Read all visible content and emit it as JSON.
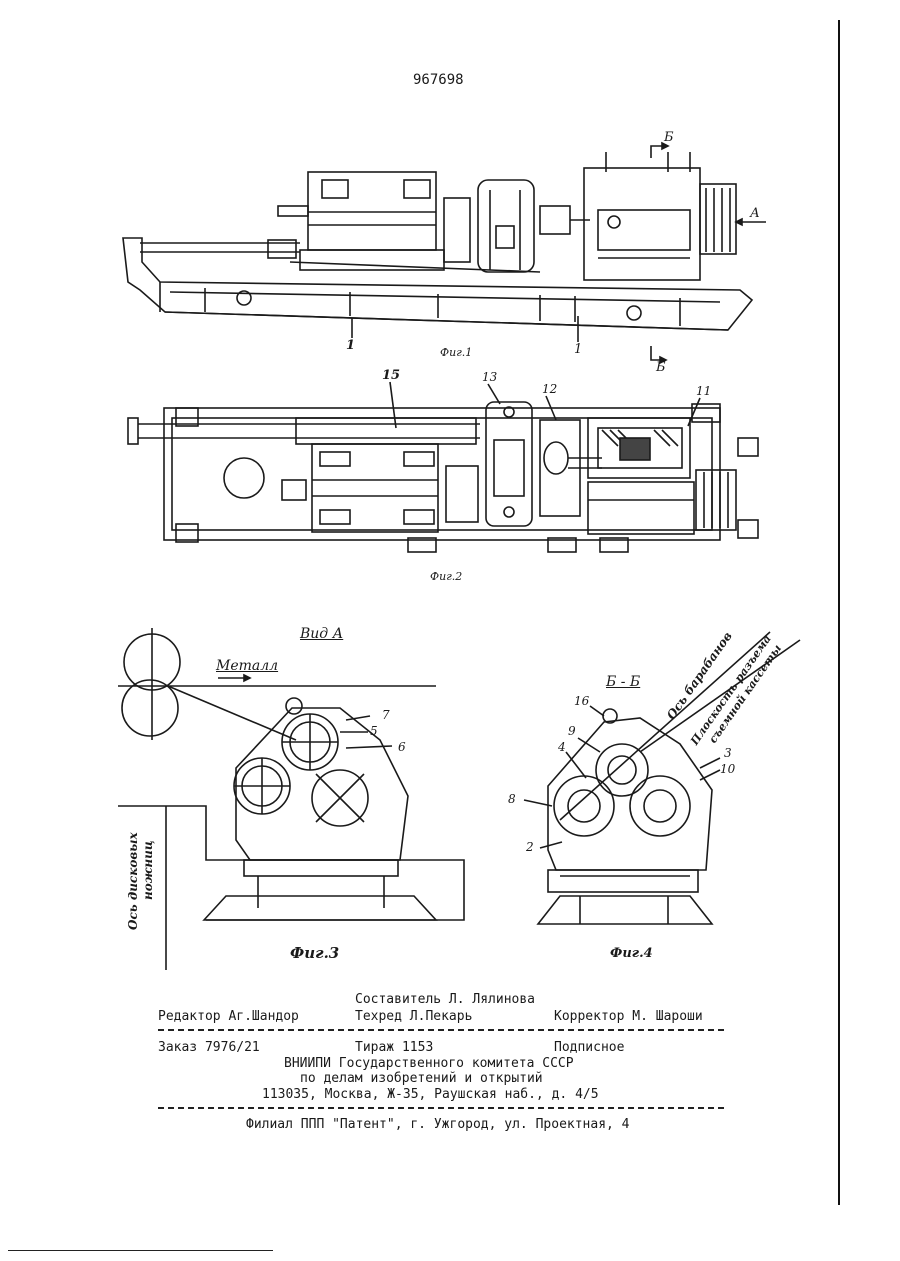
{
  "patent_number": "967698",
  "figures": {
    "fig1": {
      "caption": "Фиг.1",
      "section_mark": "Б",
      "view_arrow": "А",
      "labels": [
        "1",
        "1"
      ]
    },
    "fig2": {
      "caption": "Фиг.2",
      "labels": [
        "15",
        "13",
        "12",
        "11"
      ]
    },
    "fig3": {
      "caption": "Фиг.3",
      "view_title": "Вид А",
      "metal_label": "Металл",
      "axis_label_line1": "Ось дисковых",
      "axis_label_line2": "ножниц",
      "labels": [
        "7",
        "5",
        "6"
      ]
    },
    "fig4": {
      "caption": "Фиг.4",
      "section_title": "Б - Б",
      "note_drums_axis": "Ось барабанов",
      "note_split_plane_1": "Плоскость разъема",
      "note_split_plane_2": "съемной кассеты",
      "labels": [
        "16",
        "9",
        "4",
        "8",
        "2",
        "3",
        "10"
      ]
    }
  },
  "footer": {
    "compiler": "Составитель Л. Лялинова",
    "editor": "Редактор Аг.Шандор",
    "techeditor": "Техред Л.Пекарь",
    "corrector": "Корректор М. Шароши",
    "order": "Заказ 7976/21",
    "circulation": "Тираж 1153",
    "subscription": "Подписное",
    "org_line1": "ВНИИПИ Государственного комитета СССР",
    "org_line2": "по делам изобретений и открытий",
    "address": "113035, Москва, Ж-35, Раушская наб., д. 4/5",
    "branch": "Филиал ППП \"Патент\", г. Ужгород, ул. Проектная, 4"
  }
}
